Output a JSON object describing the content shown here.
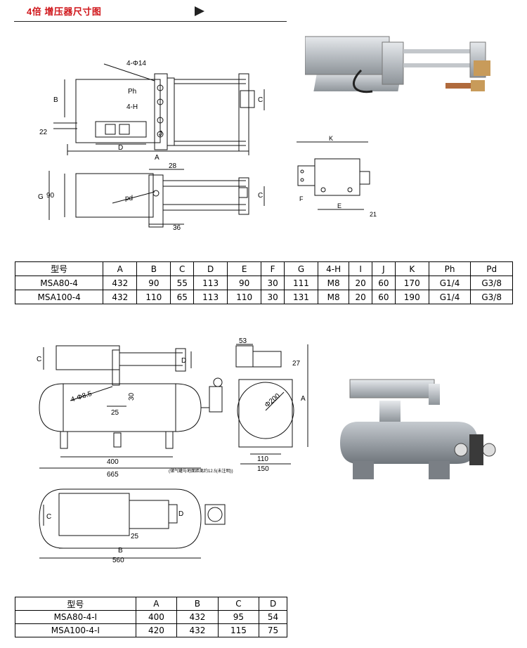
{
  "header": {
    "title": "4倍 增压器尺寸图"
  },
  "drawing1": {
    "labels": {
      "hole": "4-Φ14",
      "B": "B",
      "Ph": "Ph",
      "H": "4-H",
      "C": "C",
      "J": "J",
      "d22": "22",
      "D": "D",
      "A": "A",
      "d28": "28",
      "G": "G",
      "d90": "90",
      "pd": "pd",
      "C2": "C",
      "d36": "36"
    }
  },
  "drawing2": {
    "labels": {
      "K": "K",
      "F": "F",
      "E": "E",
      "d21": "21"
    }
  },
  "table1": {
    "headers": [
      "型号",
      "A",
      "B",
      "C",
      "D",
      "E",
      "F",
      "G",
      "4-H",
      "I",
      "J",
      "K",
      "Ph",
      "Pd"
    ],
    "rows": [
      [
        "MSA80-4",
        "432",
        "90",
        "55",
        "113",
        "90",
        "30",
        "111",
        "M8",
        "20",
        "60",
        "170",
        "G1/4",
        "G3/8"
      ],
      [
        "MSA100-4",
        "432",
        "110",
        "65",
        "113",
        "110",
        "30",
        "131",
        "M8",
        "20",
        "60",
        "190",
        "G1/4",
        "G3/8"
      ]
    ]
  },
  "drawing3": {
    "labels": {
      "C": "C",
      "D": "D",
      "hole": "4-Φ8.5",
      "d30": "30",
      "d25": "25",
      "d400": "400",
      "d665": "665",
      "note": "(储气罐与地面距离约12.5(未注明))",
      "d53": "53",
      "d27": "27",
      "A": "A",
      "dia200": "Φ200",
      "d110": "110",
      "d150": "150"
    }
  },
  "drawing4": {
    "labels": {
      "C": "C",
      "D": "D",
      "d25": "25",
      "B": "B",
      "d560": "560"
    }
  },
  "table2": {
    "headers": [
      "型号",
      "A",
      "B",
      "C",
      "D"
    ],
    "rows": [
      [
        "MSA80-4-I",
        "400",
        "432",
        "95",
        "54"
      ],
      [
        "MSA100-4-I",
        "420",
        "432",
        "115",
        "75"
      ]
    ]
  },
  "colors": {
    "title": "#d0161b",
    "line": "#111111",
    "metal": "#b9bec3",
    "tank": "#9aa0a6",
    "bronze": "#c89b5a"
  }
}
